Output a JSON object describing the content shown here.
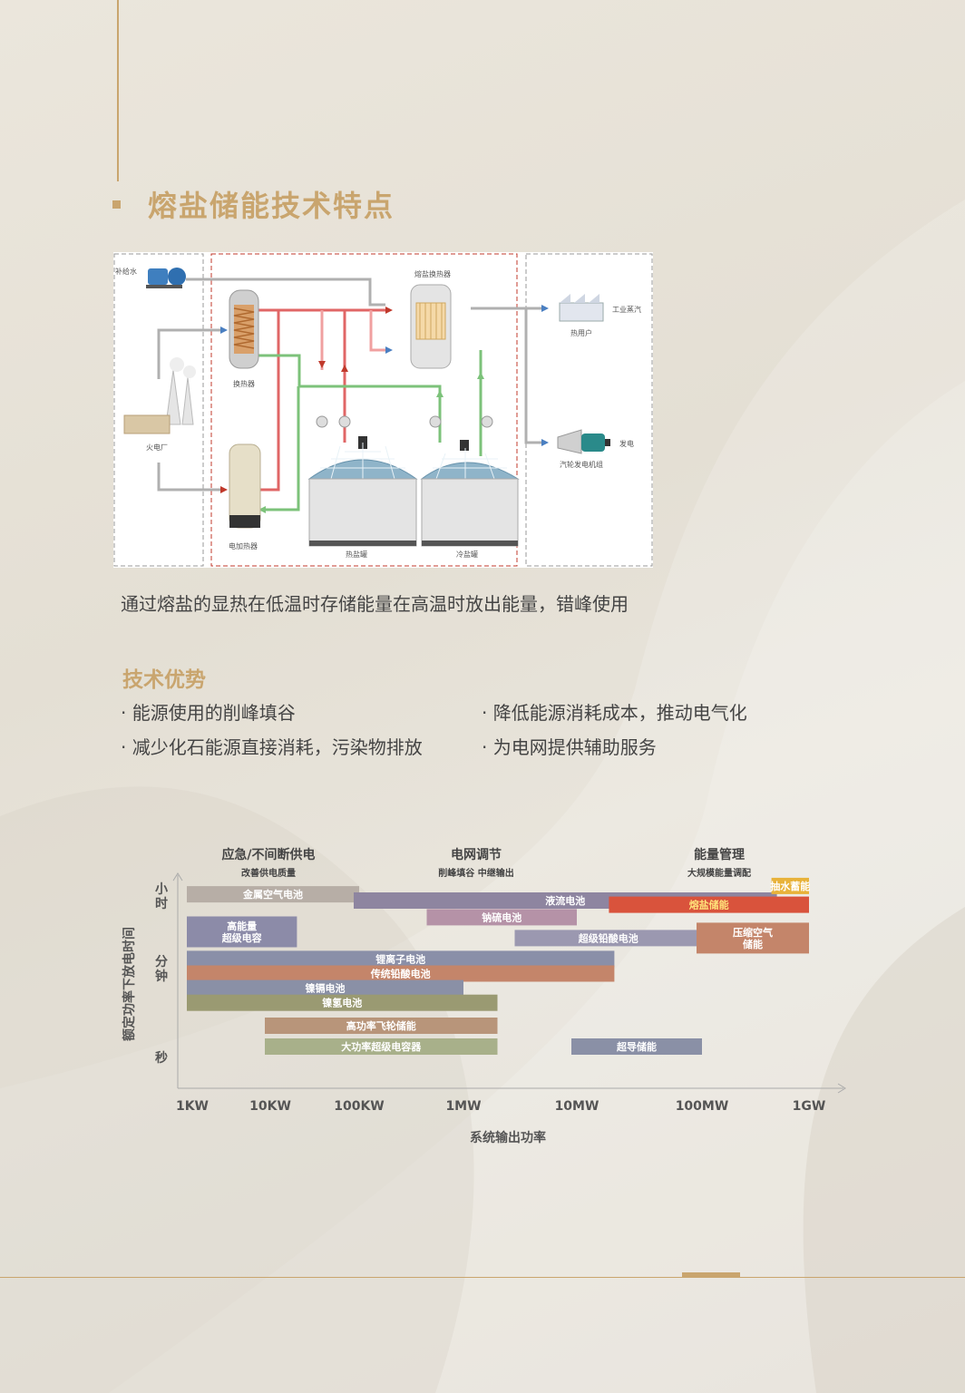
{
  "page": {
    "section_title": "熔盐储能技术特点",
    "caption": "通过熔盐的显热在低温时存储能量在高温时放出能量，错峰使用"
  },
  "diagram": {
    "labels": {
      "water_in": "补给水",
      "heat_exchanger": "熔盐换热器",
      "superheater": "换热器",
      "power_plant": "火电厂",
      "electric_heater": "电加热器",
      "hot_tank": "热盐罐",
      "cold_tank": "冷盐罐",
      "industrial_user": "热用户",
      "industrial_steam": "工业蒸汽",
      "turbine": "汽轮发电机组",
      "power_out": "发电"
    },
    "colors": {
      "hot_line": "#e06666",
      "warm_line": "#f0a0a0",
      "cold_line": "#7cc27a",
      "gray_line": "#b0b0b0",
      "arrow_blue": "#4a7fc1"
    }
  },
  "advantages": {
    "title": "技术优势",
    "items": [
      "· 能源使用的削峰填谷",
      "· 降低能源消耗成本，推动电气化",
      "· 减少化石能源直接消耗，污染物排放",
      "· 为电网提供辅助服务"
    ]
  },
  "chart_data": {
    "type": "range-bar",
    "x_axis": {
      "label": "系统输出功率",
      "ticks": [
        "1KW",
        "10KW",
        "100KW",
        "1MW",
        "10MW",
        "100MW",
        "1GW"
      ],
      "scale": "log"
    },
    "y_axis": {
      "label": "额定功率下放电时间",
      "ticks": [
        "小时",
        "分钟",
        "秒"
      ]
    },
    "categories": [
      {
        "title": "应急/不间断供电",
        "subtitle": "改善供电质量"
      },
      {
        "title": "电网调节",
        "subtitle": "削峰填谷 中继输出"
      },
      {
        "title": "能量管理",
        "subtitle": "大规模能量调配"
      }
    ],
    "series": [
      {
        "name": "金属空气电池",
        "x_from": "1KW",
        "x_to": "100KW",
        "level": 0.93,
        "color": "#b7aea6"
      },
      {
        "name": "液流电池",
        "x_from": "100KW",
        "x_to": "500MW",
        "level": 0.9,
        "color": "#8e85a0"
      },
      {
        "name": "抽水蓄能",
        "x_from": "500MW",
        "x_to": "1GW",
        "level": 0.97,
        "color": "#e8b23a"
      },
      {
        "name": "熔盐储能",
        "x_from": "20MW",
        "x_to": "1GW",
        "level": 0.88,
        "color": "#d9533c"
      },
      {
        "name": "钠硫电池",
        "x_from": "500KW",
        "x_to": "10MW",
        "level": 0.82,
        "color": "#b592a7"
      },
      {
        "name": "高能量 超级电容",
        "x_from": "1KW",
        "x_to": "20KW",
        "level": 0.75,
        "color": "#8c8ba8"
      },
      {
        "name": "超级铅酸电池",
        "x_from": "3MW",
        "x_to": "100MW",
        "level": 0.72,
        "color": "#9b98b0"
      },
      {
        "name": "压缩空气 储能",
        "x_from": "100MW",
        "x_to": "1GW",
        "level": 0.72,
        "color": "#c4856a"
      },
      {
        "name": "锂离子电池",
        "x_from": "1KW",
        "x_to": "20MW",
        "level": 0.62,
        "color": "#8a8fa8"
      },
      {
        "name": "传统铅酸电池",
        "x_from": "1KW",
        "x_to": "20MW",
        "level": 0.55,
        "color": "#c4856a"
      },
      {
        "name": "镍镉电池",
        "x_from": "1KW",
        "x_to": "1MW",
        "level": 0.48,
        "color": "#8a90a6"
      },
      {
        "name": "镍氢电池",
        "x_from": "1KW",
        "x_to": "2MW",
        "level": 0.41,
        "color": "#9a9a72"
      },
      {
        "name": "高功率飞轮储能",
        "x_from": "10KW",
        "x_to": "2MW",
        "level": 0.3,
        "color": "#b8957a"
      },
      {
        "name": "大功率超级电容器",
        "x_from": "10KW",
        "x_to": "2MW",
        "level": 0.2,
        "color": "#a8b08a"
      },
      {
        "name": "超导储能",
        "x_from": "10MW",
        "x_to": "100MW",
        "level": 0.2,
        "color": "#8a90a6"
      }
    ]
  }
}
